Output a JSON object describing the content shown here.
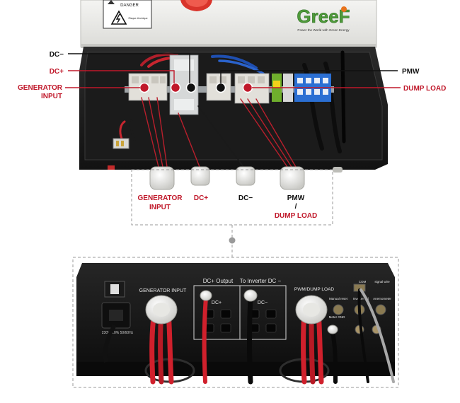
{
  "brand": {
    "logo_text": "GreeF",
    "tagline": "Power the World with Green Energy",
    "danger_label": "DANGER",
    "danger_subtext": "Risque électrique"
  },
  "callouts": {
    "dc_minus": "DC−",
    "dc_plus": "DC+",
    "generator_input_line1": "GENERATOR",
    "generator_input_line2": "INPUT",
    "pmw": "PMW",
    "dump_load": "DUMP LOAD"
  },
  "port_labels": {
    "generator_input_line1": "GENERATOR",
    "generator_input_line2": "INPUT",
    "dc_plus": "DC+",
    "dc_minus": "DC−",
    "pmw": "PMW",
    "slash": "/",
    "dump_load": "DUMP LOAD"
  },
  "device_panel": {
    "generator_input": "GENERATOR INPUT",
    "dc_output": "DC+ Output",
    "to_inverter": "To Inverter DC −",
    "dc_plus": "DC+",
    "dc_minus": "DC−",
    "pwm_dump_load": "PWM/DUMP LOAD",
    "com": "COM",
    "signal_wire": "signal wire",
    "manual_reset": "Manual reset",
    "inverter_ctrl": "Inverter ctrl",
    "anemometer": "Anemometer",
    "meter_gnd": "Meter GND",
    "voltage_rating": "230V±10% 50/60Hz"
  },
  "colors": {
    "accent_red": "#c0182a",
    "label_black": "#111111",
    "dashed_border": "#9a9a9a",
    "logo_green": "#4f9a3a",
    "logo_orange": "#e8731c"
  }
}
